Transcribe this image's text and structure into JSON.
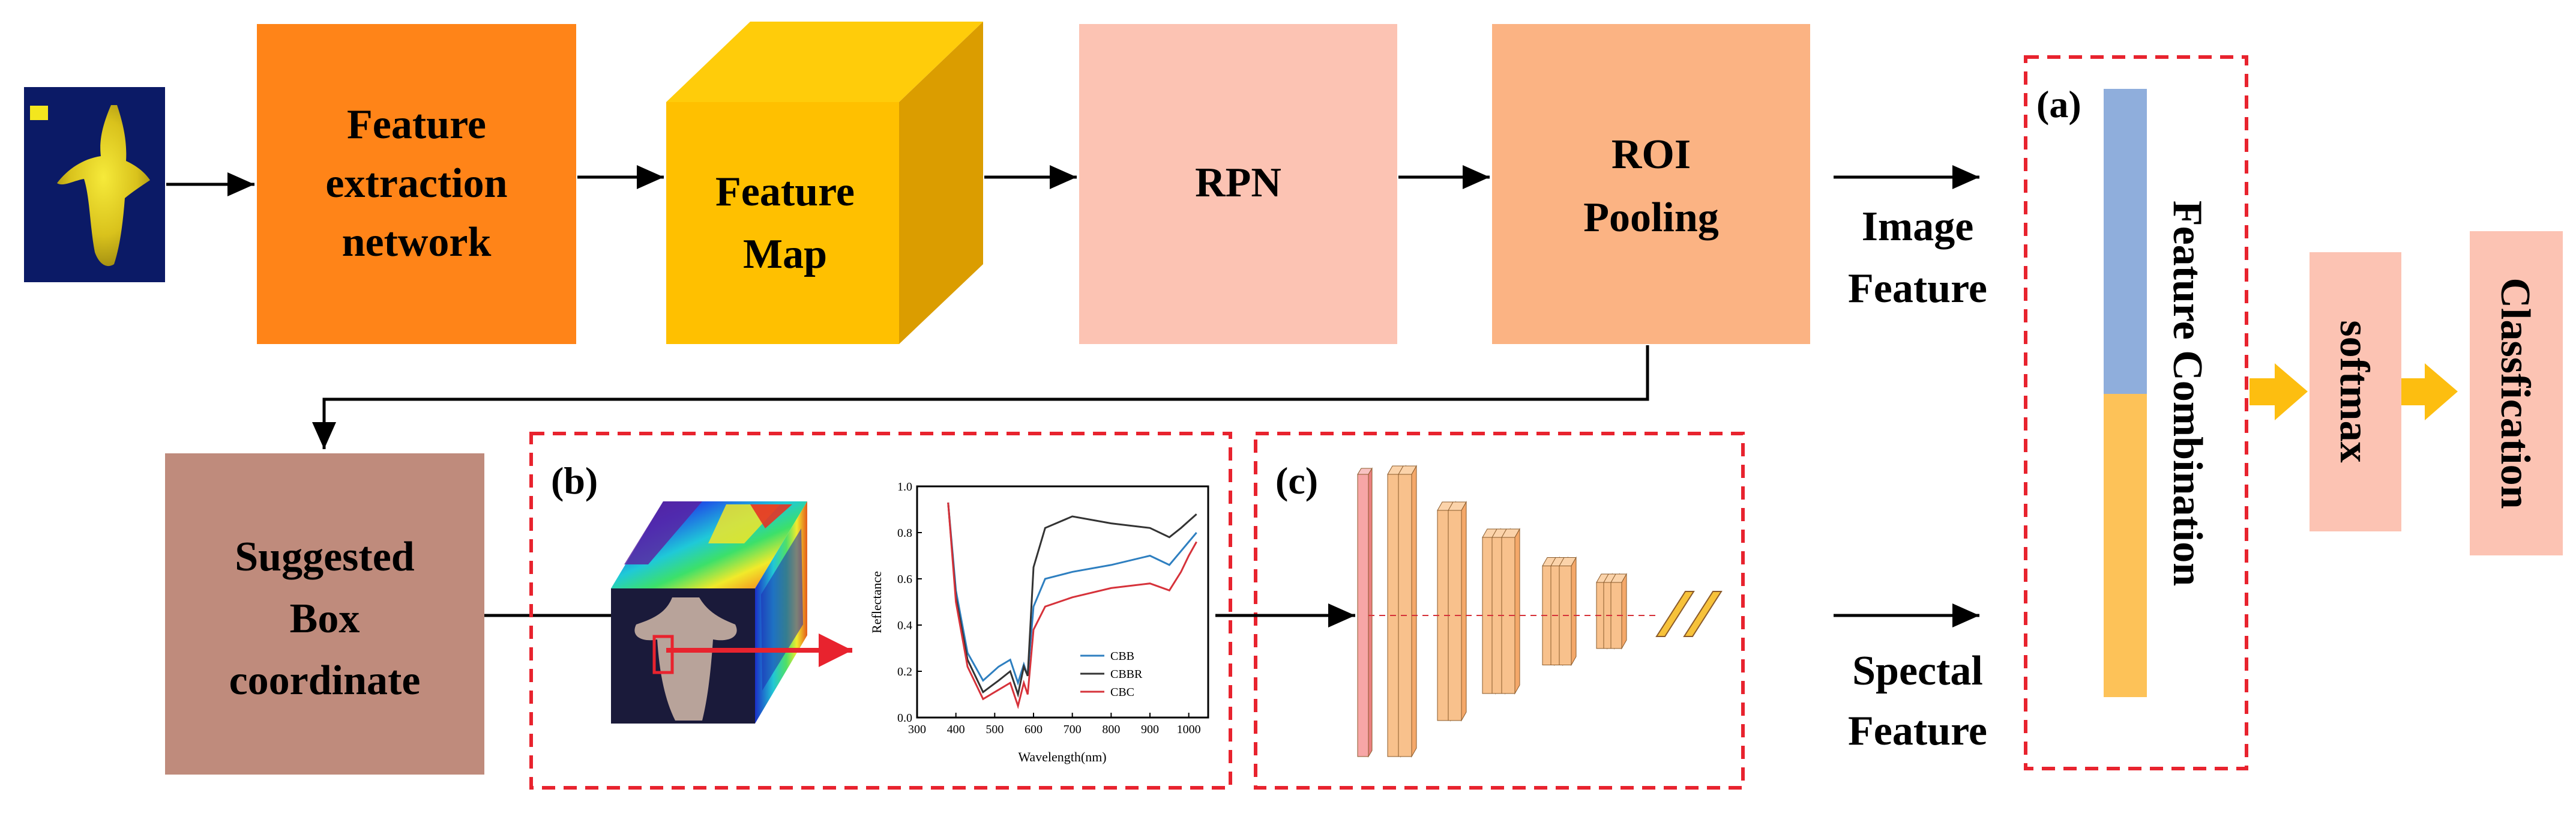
{
  "colors": {
    "feature_extraction": "#FF8418",
    "feature_map_front": "#FFC000",
    "feature_map_top": "#FFCC0A",
    "feature_map_side": "#DB9D00",
    "rpn": "#FCC3B3",
    "roi_pooling": "#FBB383",
    "suggested_box": "#BF8B7C",
    "softmax": "#FCC3B3",
    "classification": "#FCC3B3",
    "combo_top": "#8FAEDC",
    "combo_bottom": "#FDC258",
    "dashed_border": "#E8232E",
    "arrow_orange": "#FDBE10"
  },
  "nodes": {
    "feature_extraction": [
      "Feature",
      "extraction",
      "network"
    ],
    "feature_map": [
      "Feature",
      "Map"
    ],
    "rpn": "RPN",
    "roi_pooling": [
      "ROI",
      "Pooling"
    ],
    "suggested_box": [
      "Suggested",
      "Box",
      "coordinate"
    ],
    "softmax": "softmax",
    "classification": "Classfication",
    "feature_combination": "Feature Combination"
  },
  "labels": {
    "image_feature": [
      "Image",
      "Feature"
    ],
    "spectral_feature": [
      "Spectal",
      "Feature"
    ],
    "panel_a": "(a)",
    "panel_b": "(b)",
    "panel_c": "(c)"
  },
  "chart_data": {
    "type": "line",
    "xlabel": "Wavelength(nm)",
    "ylabel": "Reflectance",
    "xlim": [
      300,
      1050
    ],
    "ylim": [
      0,
      1.0
    ],
    "xticks": [
      "300",
      "400",
      "500",
      "600",
      "700",
      "800",
      "900",
      "1000"
    ],
    "yticks": [
      "0.0",
      "0.2",
      "0.4",
      "0.6",
      "0.8",
      "1.0"
    ],
    "legend_position": "lower-right",
    "x": [
      380,
      400,
      430,
      470,
      510,
      540,
      560,
      575,
      585,
      600,
      630,
      700,
      800,
      900,
      950,
      980,
      1000,
      1020
    ],
    "series": [
      {
        "name": "CBB",
        "color": "#2E7FC0",
        "values": [
          0.93,
          0.55,
          0.28,
          0.16,
          0.22,
          0.25,
          0.15,
          0.23,
          0.18,
          0.48,
          0.6,
          0.63,
          0.66,
          0.7,
          0.66,
          0.72,
          0.76,
          0.8
        ]
      },
      {
        "name": "CBBR",
        "color": "#333333",
        "values": [
          0.93,
          0.52,
          0.25,
          0.11,
          0.16,
          0.2,
          0.1,
          0.22,
          0.18,
          0.65,
          0.82,
          0.87,
          0.84,
          0.82,
          0.78,
          0.82,
          0.85,
          0.88
        ]
      },
      {
        "name": "CBC",
        "color": "#D6323A",
        "values": [
          0.93,
          0.5,
          0.22,
          0.08,
          0.12,
          0.15,
          0.05,
          0.15,
          0.1,
          0.38,
          0.48,
          0.52,
          0.56,
          0.58,
          0.55,
          0.63,
          0.7,
          0.76
        ]
      }
    ]
  }
}
